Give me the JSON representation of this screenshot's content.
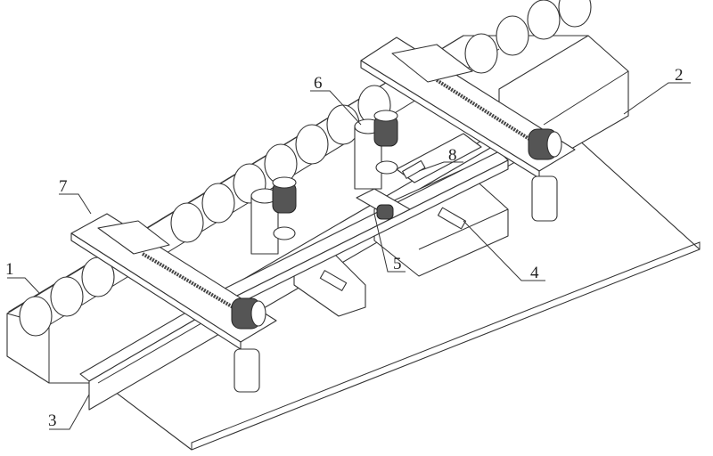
{
  "figure": {
    "labels": [
      {
        "id": "1",
        "text": "1"
      },
      {
        "id": "2",
        "text": "2"
      },
      {
        "id": "3",
        "text": "3"
      },
      {
        "id": "4",
        "text": "4"
      },
      {
        "id": "5",
        "text": "5"
      },
      {
        "id": "6",
        "text": "6"
      },
      {
        "id": "7",
        "text": "7"
      },
      {
        "id": "8",
        "text": "8"
      }
    ]
  },
  "colors": {
    "line": "#333333",
    "background": "#ffffff"
  }
}
